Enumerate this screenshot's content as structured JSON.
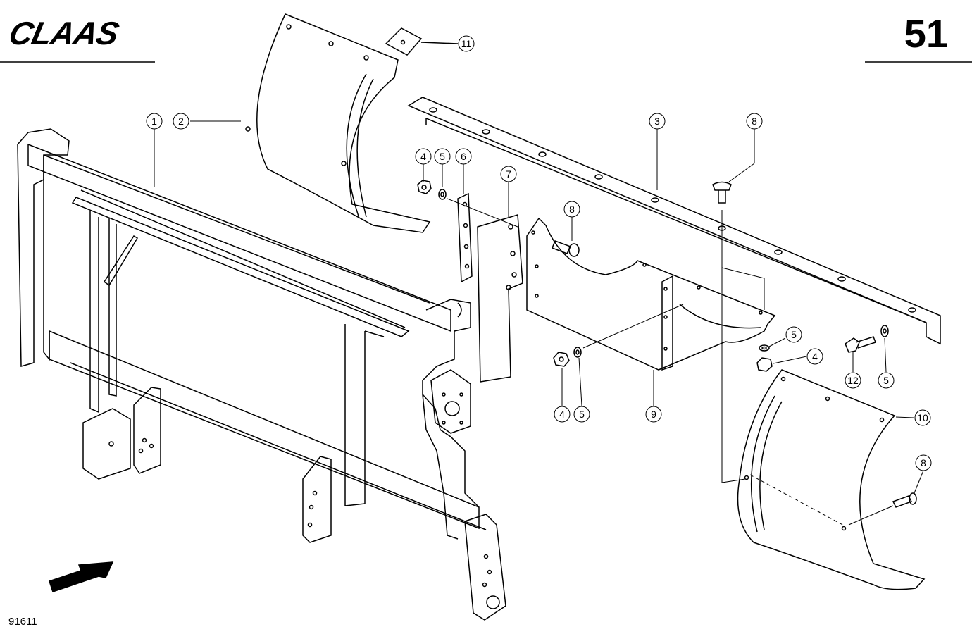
{
  "header": {
    "brand": "CLAAS",
    "page_number": "51"
  },
  "footer": {
    "drawing_number": "91611"
  },
  "callouts": [
    {
      "id": "callout-1",
      "label": "1"
    },
    {
      "id": "callout-2",
      "label": "2"
    },
    {
      "id": "callout-3",
      "label": "3"
    },
    {
      "id": "callout-4a",
      "label": "4"
    },
    {
      "id": "callout-5a",
      "label": "5"
    },
    {
      "id": "callout-6",
      "label": "6"
    },
    {
      "id": "callout-7",
      "label": "7"
    },
    {
      "id": "callout-8a",
      "label": "8"
    },
    {
      "id": "callout-8b",
      "label": "8"
    },
    {
      "id": "callout-5b",
      "label": "5"
    },
    {
      "id": "callout-4b",
      "label": "4"
    },
    {
      "id": "callout-4c",
      "label": "4"
    },
    {
      "id": "callout-5c",
      "label": "5"
    },
    {
      "id": "callout-9",
      "label": "9"
    },
    {
      "id": "callout-12",
      "label": "12"
    },
    {
      "id": "callout-5d",
      "label": "5"
    },
    {
      "id": "callout-10",
      "label": "10"
    },
    {
      "id": "callout-11",
      "label": "11"
    },
    {
      "id": "callout-8c",
      "label": "8"
    }
  ]
}
